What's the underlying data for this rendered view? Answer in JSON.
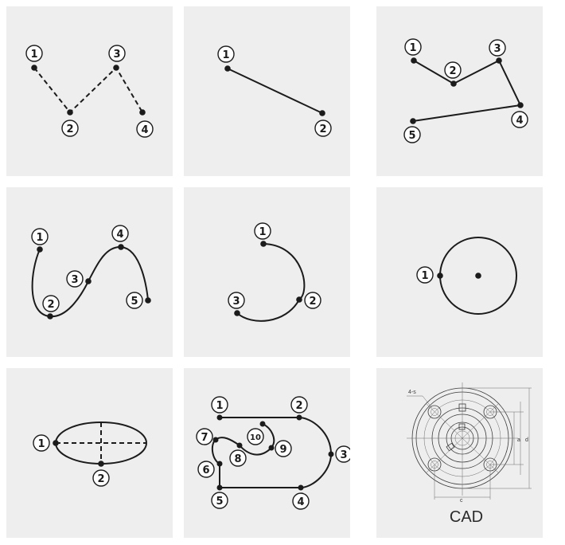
{
  "tiles": [
    {
      "id": "polyline-dashed",
      "labels": [
        "1",
        "2",
        "3",
        "4"
      ]
    },
    {
      "id": "line",
      "labels": [
        "1",
        "2"
      ]
    },
    {
      "id": "polyline",
      "labels": [
        "1",
        "2",
        "3",
        "4",
        "5"
      ]
    },
    {
      "id": "spline",
      "labels": [
        "1",
        "2",
        "3",
        "4",
        "5"
      ]
    },
    {
      "id": "arc",
      "labels": [
        "1",
        "2",
        "3"
      ]
    },
    {
      "id": "circle",
      "labels": [
        "1"
      ]
    },
    {
      "id": "ellipse",
      "labels": [
        "1",
        "2"
      ]
    },
    {
      "id": "composite-path",
      "labels": [
        "1",
        "2",
        "3",
        "4",
        "5",
        "6",
        "7",
        "8",
        "9",
        "10"
      ]
    },
    {
      "id": "cad-drawing",
      "caption": "CAD",
      "annotation": "4-s"
    }
  ]
}
